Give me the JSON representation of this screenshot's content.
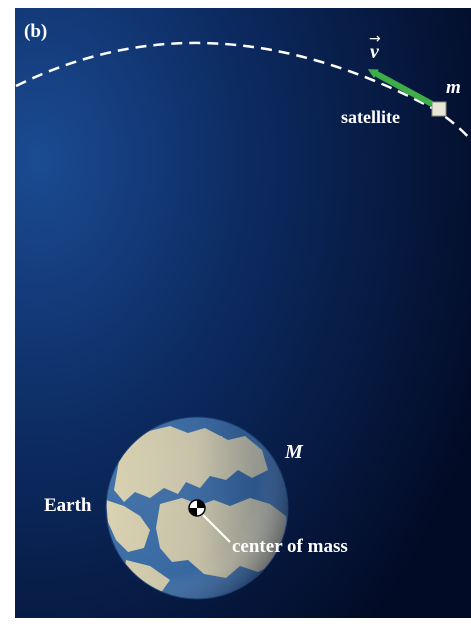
{
  "panel_label": "(b)",
  "labels": {
    "velocity": "v",
    "satellite_mass": "m",
    "satellite": "satellite",
    "earth_mass": "M",
    "earth": "Earth",
    "center_of_mass": "center of mass"
  },
  "colors": {
    "space_dark": "#020b26",
    "space_light": "#1b4b92",
    "orbit": "#ffffff",
    "velocity_arrow": "#3fae49",
    "satellite_body": "#e8e6d8",
    "earth_ocean": "#3d6fa8",
    "earth_land": "#d9d1b0"
  },
  "icons": {
    "satellite": "square-satellite-icon",
    "center_of_mass": "center-of-mass-marker-icon"
  }
}
